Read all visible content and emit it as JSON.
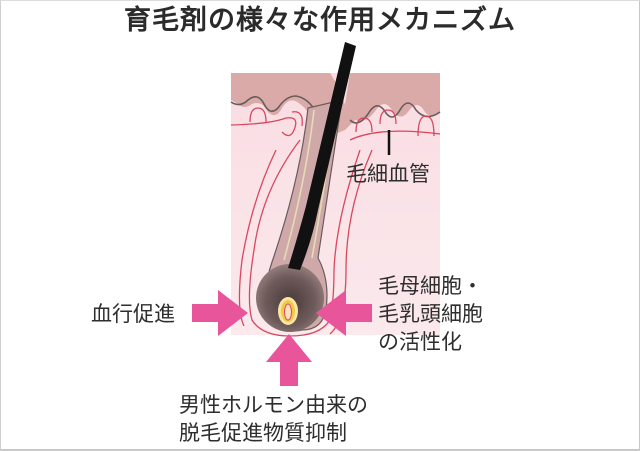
{
  "title": "育毛剤の様々な作用メカニズム",
  "labels": {
    "capillary": "毛細血管",
    "blood_flow": "血行促進",
    "cell_activation": {
      "line1": "毛母細胞・",
      "line2": "毛乳頭細胞",
      "line3": "の活性化"
    },
    "hormone": {
      "line1": "男性ホルモン由来の",
      "line2": "脱毛促進物質抑制"
    }
  },
  "colors": {
    "arrow": "#e8559a",
    "skin_upper": "#d9aaa8",
    "skin_lower": "#f6d5dc",
    "vessel": "#d9475f",
    "hair": "#111111",
    "bulb": "#6e5a5a",
    "papilla": "#f2c84b"
  },
  "arrows": [
    {
      "id": "left",
      "direction": "right"
    },
    {
      "id": "right",
      "direction": "left"
    },
    {
      "id": "bottom",
      "direction": "up"
    }
  ]
}
